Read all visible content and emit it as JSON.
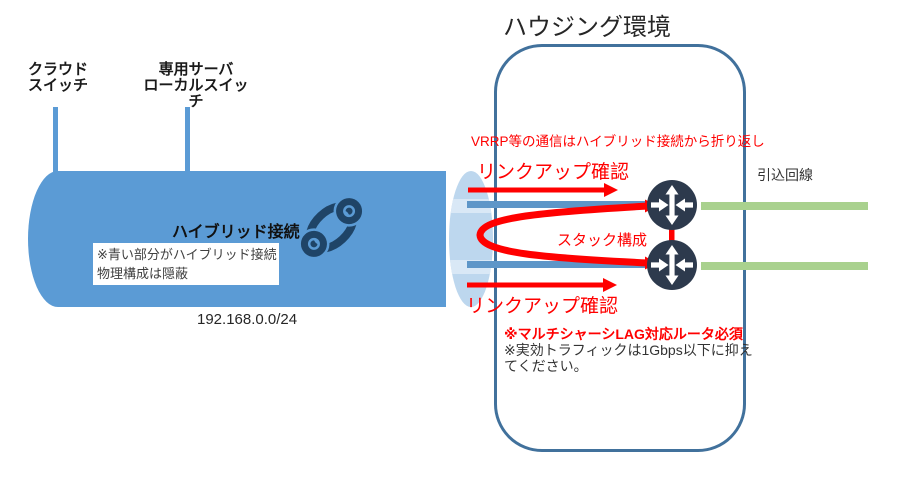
{
  "colors": {
    "pipe_blue": "#5B9BD5",
    "pipe_cap": "#BDD7EE",
    "pipe_cap_strip": "#D9E8F6",
    "housing_border": "#41719C",
    "band_blue": "#5E96C8",
    "green_line": "#A9D18E",
    "red": "#FF0000",
    "router_navy": "#2D3A4D",
    "link_icon_navy": "#1F4467",
    "text_dark": "#262626",
    "note_text": "#404040"
  },
  "switches": {
    "cloud": [
      "クラウド",
      "スイッチ"
    ],
    "dedicated": [
      "専用サーバ",
      "ローカルスイッチ"
    ]
  },
  "pipe": {
    "label": "ハイブリッド接続",
    "note_lines": [
      "※青い部分がハイブリッド接続",
      "物理構成は隠蔽"
    ],
    "subnet": "192.168.0.0/24"
  },
  "housing": {
    "title": "ハウジング環境",
    "vrrp_note": "VRRP等の通信はハイブリッド接続から折り返し",
    "linkup_top": "リンクアップ確認",
    "linkup_bottom": "リンクアップ確認",
    "stack_label": "スタック構成",
    "requirement_note": "※マルチシャーシLAG対応ルータ必須",
    "traffic_note_lines": [
      "※実効トラフィックは1Gbps以下に抑え",
      "てください。"
    ]
  },
  "lead_in": {
    "label": "引込回線"
  },
  "icons": {
    "hybrid_link": "chain-link-icon",
    "router": "router-icon"
  }
}
